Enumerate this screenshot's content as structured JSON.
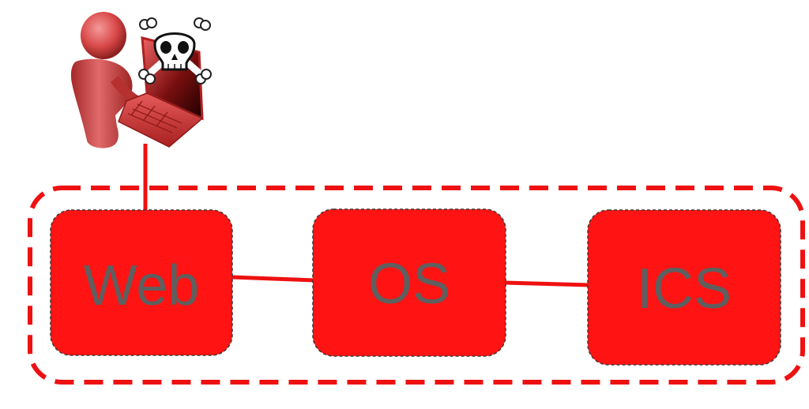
{
  "diagram": {
    "nodes": [
      {
        "id": "web",
        "label": "Web"
      },
      {
        "id": "os",
        "label": "OS"
      },
      {
        "id": "ics",
        "label": "ICS"
      }
    ],
    "edges": [
      {
        "from": "attacker",
        "to": "web"
      },
      {
        "from": "web",
        "to": "os"
      },
      {
        "from": "os",
        "to": "ics"
      }
    ],
    "attacker": {
      "person_icon": "person-icon",
      "laptop_icon": "laptop-icon",
      "skull_icon": "skull-crossbones-icon"
    },
    "colors": {
      "node_fill": "#ff1313",
      "node_border": "#3a3a3a",
      "boundary": "#ee1111",
      "connector": "#ee1111",
      "label_text": "#5f5f5f",
      "attacker": "#d84a4a"
    }
  }
}
